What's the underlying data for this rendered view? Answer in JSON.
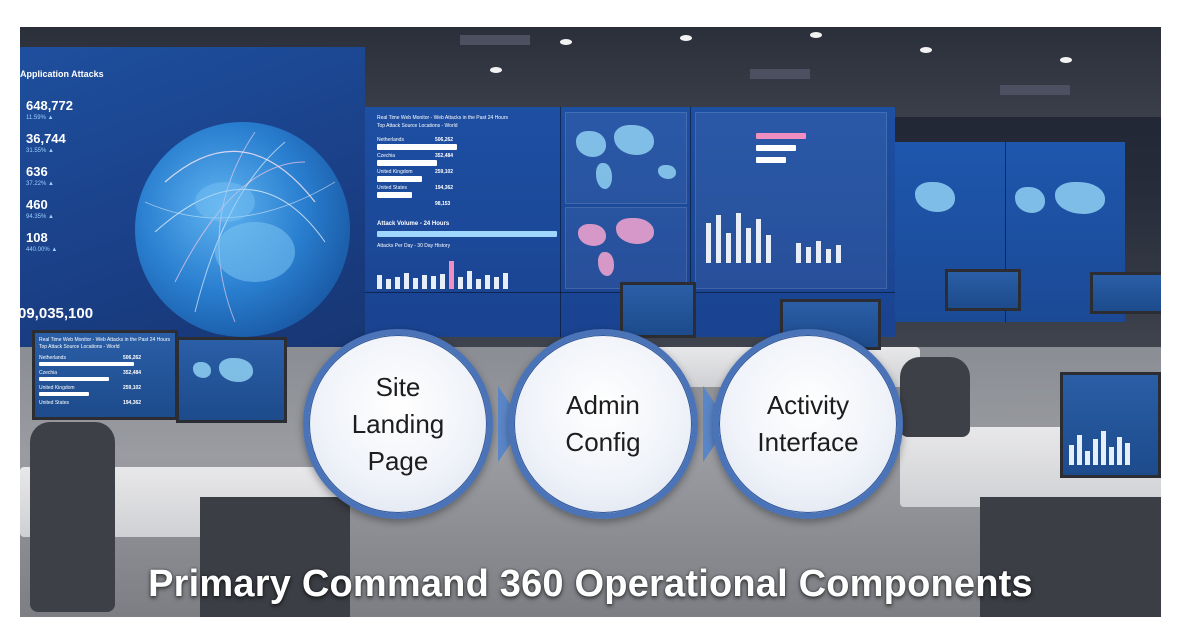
{
  "video_wall": {
    "left_panel": {
      "title": "Application Attacks",
      "stats": [
        {
          "value": "648,772",
          "sub": "11.59% ▲"
        },
        {
          "value": "36,744",
          "sub": "31.55% ▲"
        },
        {
          "value": "636",
          "sub": "37.22% ▲"
        },
        {
          "value": "460",
          "sub": "94.35% ▲"
        },
        {
          "value": "108",
          "sub": "440.00% ▲"
        }
      ],
      "total": "09,035,100"
    },
    "middle_panel": {
      "header": "Real Time Web Monitor - Web Attacks in the Past 24 Hours",
      "subheader": "Top Attack Source Locations - World",
      "rows": [
        {
          "label": "Netherlands",
          "value": "506,262"
        },
        {
          "label": "Czechia",
          "value": "352,484"
        },
        {
          "label": "United Kingdom",
          "value": "259,102"
        },
        {
          "label": "United States",
          "value": "194,362"
        },
        {
          "label": "",
          "value": "98,153"
        }
      ],
      "volume_title": "Attack Volume - 24 Hours",
      "per_day_title": "Attacks Per Day - 30 Day History"
    }
  },
  "desk_monitor": {
    "header": "Real Time Web Monitor - Web Attacks in the Past 24 Hours",
    "subheader": "Top Attack Source Locations - World",
    "rows": [
      {
        "label": "Netherlands",
        "value": "506,262"
      },
      {
        "label": "Czechia",
        "value": "352,484"
      },
      {
        "label": "United Kingdom",
        "value": "259,102"
      },
      {
        "label": "United States",
        "value": "194,362"
      }
    ]
  },
  "flow": {
    "steps": [
      {
        "label": "Site\nLanding\nPage"
      },
      {
        "label": "Admin\nConfig"
      },
      {
        "label": "Activity\nInterface"
      }
    ],
    "circle_border_color": "#4a73b8",
    "arrow_color": "#5a86c8"
  },
  "title": "Primary Command 360 Operational Components"
}
